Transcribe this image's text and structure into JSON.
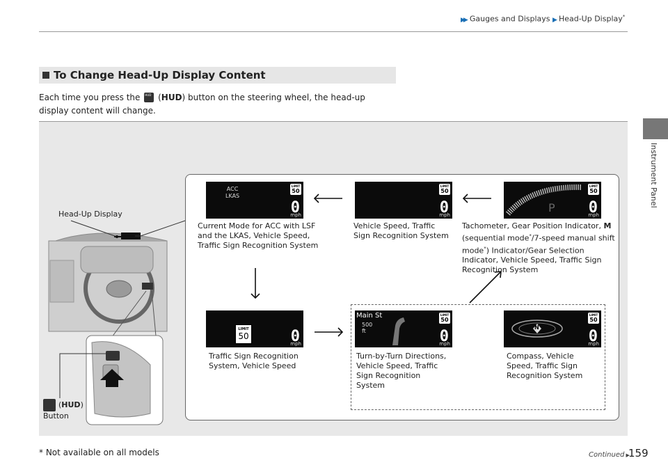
{
  "header": {
    "breadcrumb_parent": "Gauges and Displays",
    "breadcrumb_current": "Head-Up Display",
    "breadcrumb_asterisk": "*"
  },
  "side": {
    "section_label": "Instrument Panel"
  },
  "section": {
    "title": "To Change Head-Up Display Content"
  },
  "intro": {
    "before": "Each time you press the",
    "button_paren_open": "(",
    "button_name": "HUD",
    "after": ") button on the steering wheel, the head-up display content will change."
  },
  "diagram": {
    "head_up_display_label": "Head-Up Display",
    "hud_button_name": "HUD",
    "hud_button_word": "Button",
    "screens": {
      "acc": {
        "line1": "ACC",
        "line2": "LKAS",
        "limit_word": "LIMIT",
        "limit": "50",
        "speed": "0",
        "unit": "mph"
      },
      "speed": {
        "limit_word": "LIMIT",
        "limit": "50",
        "speed": "0",
        "unit": "mph"
      },
      "tach": {
        "gear": "P",
        "limit_word": "LIMIT",
        "limit": "50",
        "speed": "0",
        "unit": "mph"
      },
      "sign": {
        "limit_word": "LIMIT",
        "limit": "50",
        "speed": "0",
        "unit": "mph"
      },
      "turn": {
        "street": "Main St",
        "distance": "500",
        "distance_unit": "ft",
        "limit_word": "LIMIT",
        "limit": "50",
        "speed": "0",
        "unit": "mph"
      },
      "compass": {
        "heading": "N",
        "limit_word": "LIMIT",
        "limit": "50",
        "speed": "0",
        "unit": "mph"
      }
    },
    "captions": {
      "acc": "Current Mode for ACC with LSF and the LKAS, Vehicle Speed, Traffic Sign Recognition System",
      "speed": "Vehicle Speed, Traffic Sign Recognition System",
      "tach_line1": "Tachometer, Gear Position Indicator,",
      "tach_m": "M",
      "tach_line2a": " (sequential mode",
      "tach_line2b": "/7-speed manual shift mode",
      "tach_line2c": ") Indicator/Gear Selection Indicator, Vehicle Speed, Traffic Sign Recognition System",
      "tach_asterisk": "*",
      "sign": "Traffic Sign Recognition System, Vehicle Speed",
      "turn": "Turn-by-Turn Directions, Vehicle Speed, Traffic Sign Recognition System",
      "compass": "Compass, Vehicle Speed, Traffic Sign Recognition System"
    }
  },
  "footer": {
    "note": "* Not available on all models",
    "continued": "Continued",
    "page": "159"
  },
  "colors": {
    "accent": "#1a6fb5",
    "panel": "#e8e8e8",
    "screen": "#0b0b0b"
  }
}
